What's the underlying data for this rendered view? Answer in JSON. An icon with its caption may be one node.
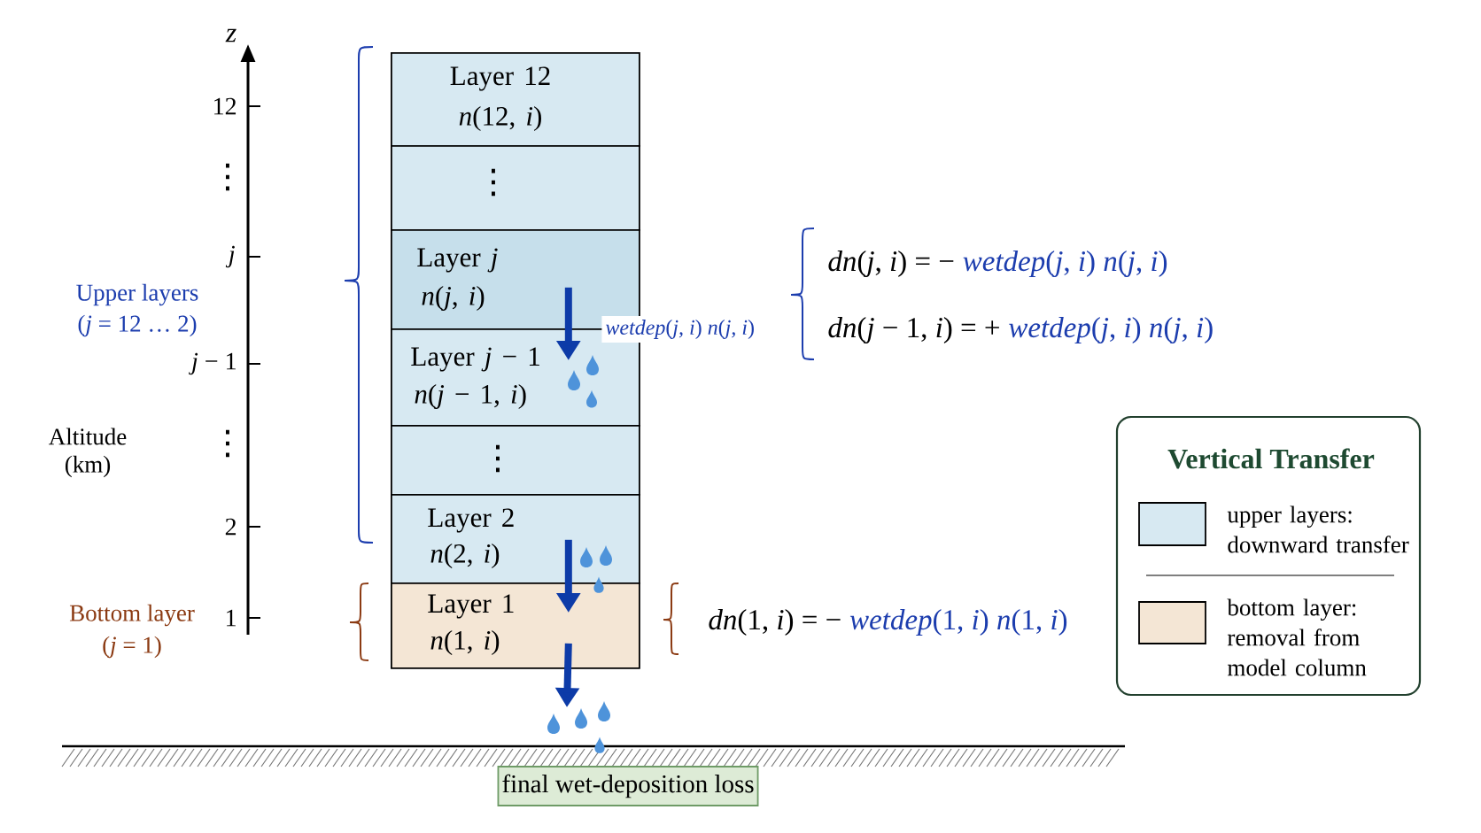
{
  "diagram": {
    "nodes": [
      {
        "text": [
          "Layer 12",
          "*n*(12, *i*)"
        ]
      },
      {
        "text": [
          "⋮"
        ]
      },
      {
        "text": [
          "Layer *j*",
          "*n*(*j*, *i*)"
        ]
      },
      {
        "text": [
          "Layer *j* − 1",
          "*n*(*j* − 1, *i*)"
        ]
      },
      {
        "text": [
          "⋮"
        ]
      },
      {
        "text": [
          "Layer 2",
          "*n*(2, *i*)"
        ]
      },
      {
        "text": [
          "Layer 1",
          "*n*(1, *i*)"
        ]
      },
      {
        "text": [
          "final wet-deposition loss"
        ]
      }
    ],
    "edges": [
      {
        "from": 2,
        "to": 3,
        "arrow": "to",
        "label": "*wetdep*(*j*, *i*) *n*(*j*, *i*)"
      },
      {
        "from": 5,
        "to": 6,
        "arrow": "to"
      },
      {
        "from": 6,
        "to": 7,
        "arrow": "to"
      }
    ],
    "labels": [
      "z",
      "12",
      "⋮",
      "j",
      "*j* − 1",
      "⋮",
      "2",
      "1",
      "Upper layers",
      "(*j* = 12 … 2)",
      "Altitude",
      "(km)",
      "Bottom layer",
      "(*j* = 1)",
      "*dn*(*j*, *i*) = −",
      "*wetdep*(*j*, *i*) *n*(*j*, *i*)",
      "*dn*(*j* − 1, *i*) = +",
      "*wetdep*(*j*, *i*) *n*(*j*, *i*)",
      "*dn*(1, *i*) = −",
      "*wetdep*(1, *i*) *n*(1, *i*)",
      "Vertical Transfer"
    ],
    "legend": [
      {
        "text": "upper layers: downward transfer",
        "color": "#d7e9f2"
      },
      {
        "text": "bottom layer: removal from model column",
        "color": "#f4e6d5"
      }
    ]
  }
}
